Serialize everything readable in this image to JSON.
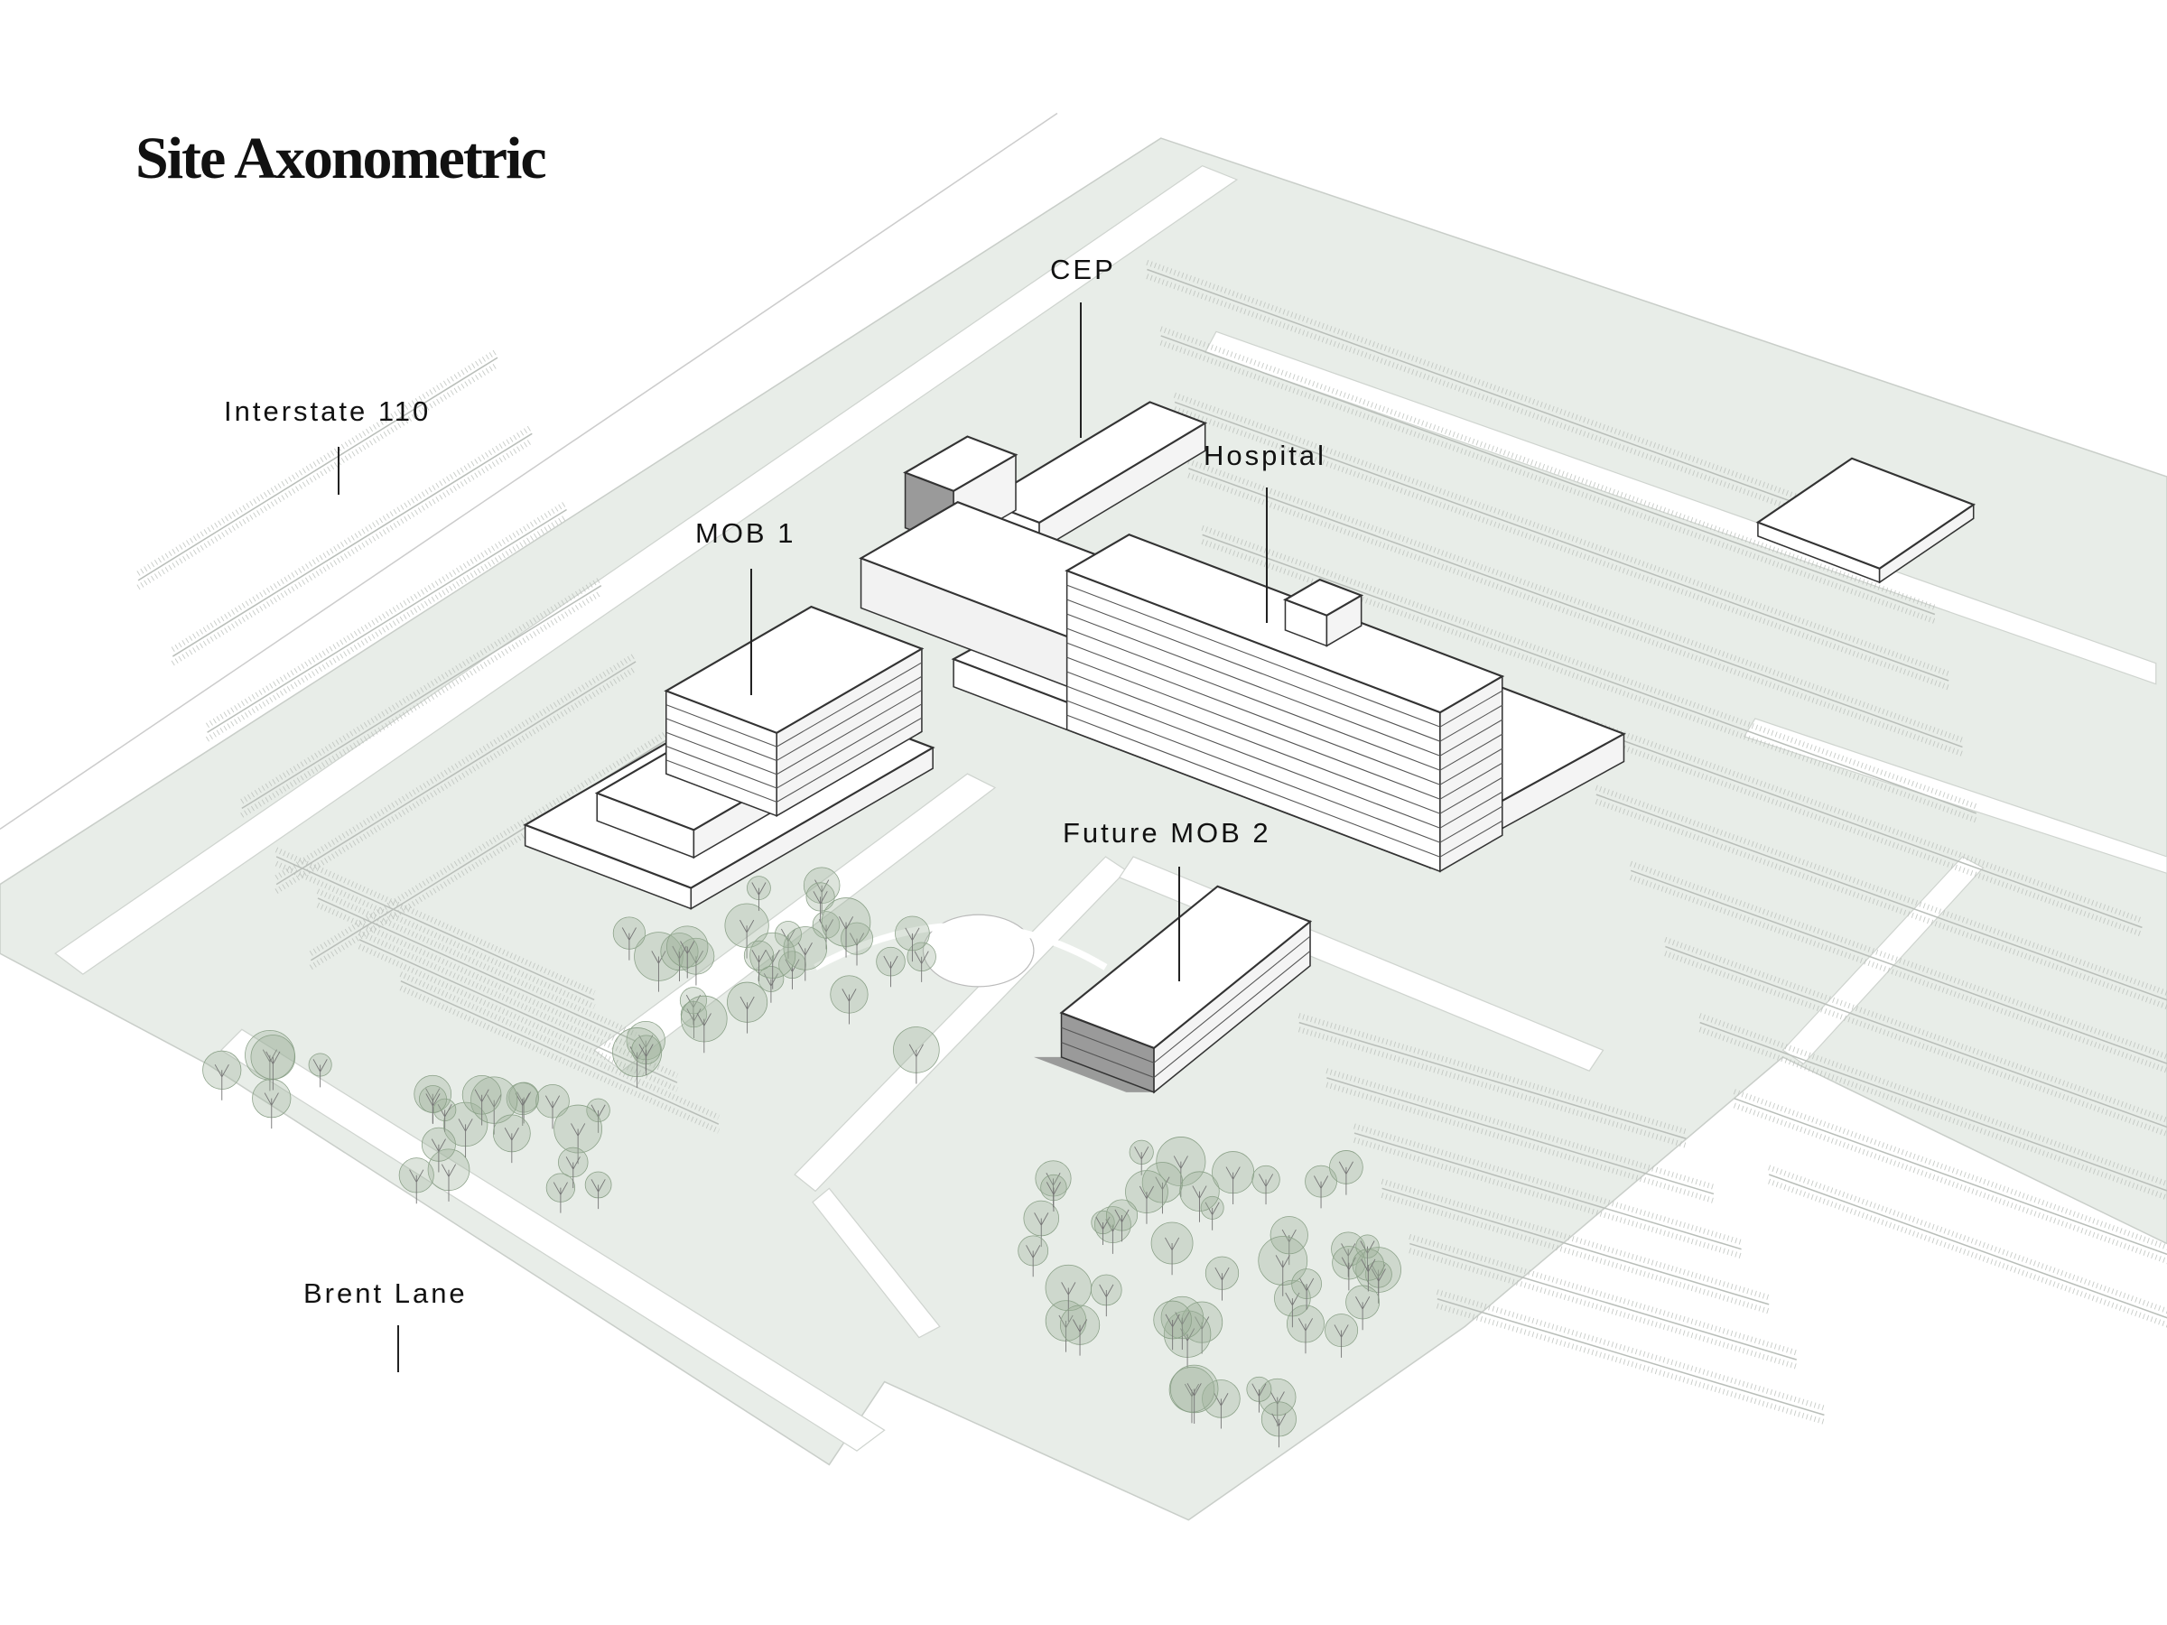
{
  "title": "Site Axonometric",
  "labels": {
    "interstate": "Interstate 110",
    "cep": "CEP",
    "hospital": "Hospital",
    "mob1": "MOB 1",
    "mob2": "Future MOB 2",
    "brent": "Brent Lane"
  },
  "colors": {
    "site": "#e8ede8",
    "road": "#ffffff",
    "line": "#b9beb9",
    "building_outline": "#333333",
    "shadow": "#8c8c8c",
    "tree": "#9db39a"
  }
}
